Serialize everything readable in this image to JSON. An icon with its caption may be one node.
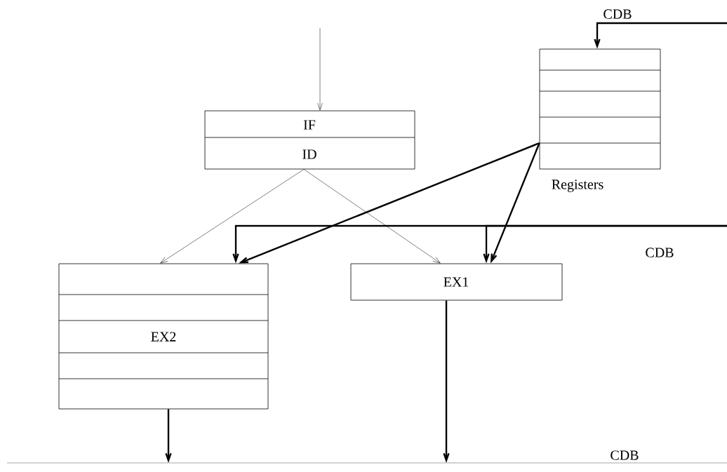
{
  "diagram": {
    "nodes": [
      {
        "text": [
          "IF",
          "ID"
        ]
      },
      {
        "text": [],
        "shape": "box",
        "beside": [
          "Registers"
        ]
      },
      {
        "text": [
          "EX2"
        ]
      },
      {
        "text": [
          "EX1"
        ]
      }
    ],
    "edges": [
      {
        "from": null,
        "to": 0,
        "arrow": "to"
      },
      {
        "from": 0,
        "to": 2,
        "arrow": "to"
      },
      {
        "from": 0,
        "to": 3,
        "arrow": "to"
      },
      {
        "from": 1,
        "to": 2,
        "arrow": "to"
      },
      {
        "from": 1,
        "to": 3,
        "arrow": "to"
      },
      {
        "from": null,
        "to": 2,
        "arrow": "to"
      },
      {
        "from": null,
        "to": 3,
        "arrow": "to"
      },
      {
        "from": null,
        "to": 1,
        "arrow": "to"
      },
      {
        "from": 2,
        "to": null,
        "arrow": "to"
      },
      {
        "from": 3,
        "to": null,
        "arrow": "to"
      }
    ],
    "labels": [
      "CDB",
      "CDB",
      "CDB"
    ]
  }
}
